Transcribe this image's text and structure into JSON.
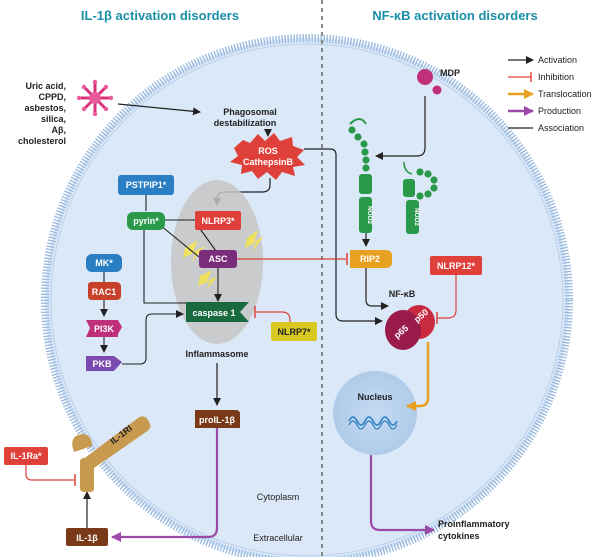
{
  "titles": {
    "left": "IL-1β activation disorders",
    "right": "NF-κB activation disorders"
  },
  "legend": {
    "activation": "Activation",
    "inhibition": "Inhibition",
    "translocation": "Translocation",
    "production": "Production",
    "association": "Association"
  },
  "triggers": [
    "Uric acid,",
    "CPPD,",
    "asbestos,",
    "silica,",
    "Aβ,",
    "cholesterol"
  ],
  "phago": [
    "Phagosomal",
    "destabilization"
  ],
  "ros": [
    "ROS",
    "CathepsinB"
  ],
  "proteins": {
    "pstpip1": "PSTPIP1*",
    "pyrin": "pyrin*",
    "nlrp3": "NLRP3*",
    "asc": "ASC",
    "caspase1": "caspase 1",
    "mk": "MK*",
    "rac1": "RAC1",
    "pi3k": "PI3K",
    "pkb": "PKB",
    "nlrp7": "NLRP7*",
    "rip2": "RIP2",
    "nlrp12": "NLRP12*",
    "il1ra": "IL-1Ra*",
    "il1ri": "IL-1RI",
    "prol1b": "proIL-1β",
    "il1b": "IL-1β",
    "mdp": "MDP",
    "nod2_a": "NOD2",
    "nod2_b": "NOD2",
    "p65": "p65",
    "p50": "p50"
  },
  "labels": {
    "inflammasome": "Inflammasome",
    "nfkb": "NF-κB",
    "nucleus": "Nucleus",
    "cytoplasm": "Cytoplasm",
    "extracellular": "Extracellular",
    "proinflammatory": [
      "Proinflammatory",
      "cytokines"
    ]
  },
  "colors": {
    "title": "#1a8fa8",
    "cell": "#dbe8f7",
    "membrane": "#9bbbe0",
    "activation": "#222222",
    "inhibition": "#e0403a",
    "translocation": "#e8a020",
    "production": "#9c4aa8",
    "pstpip1": "#2a7fc4",
    "pyrin": "#2a9a4a",
    "nlrp3": "#e0403a",
    "asc": "#7a2d7a",
    "caspase1": "#1a6a40",
    "mk": "#2a7fc4",
    "rac1": "#c8402a",
    "pi3k": "#c0307a",
    "pkb": "#7a4ab0",
    "nlrp7": "#d8c820",
    "rip2": "#e8a020",
    "nlrp12": "#e0403a",
    "il1ra": "#e0403a",
    "il1ri": "#c89a50",
    "prol1b": "#7a3a1a",
    "il1b": "#7a3a1a",
    "mdp": "#c0307a",
    "nod2": "#2a9a4a",
    "p65": "#9a1a4a",
    "p50": "#c82a40"
  }
}
